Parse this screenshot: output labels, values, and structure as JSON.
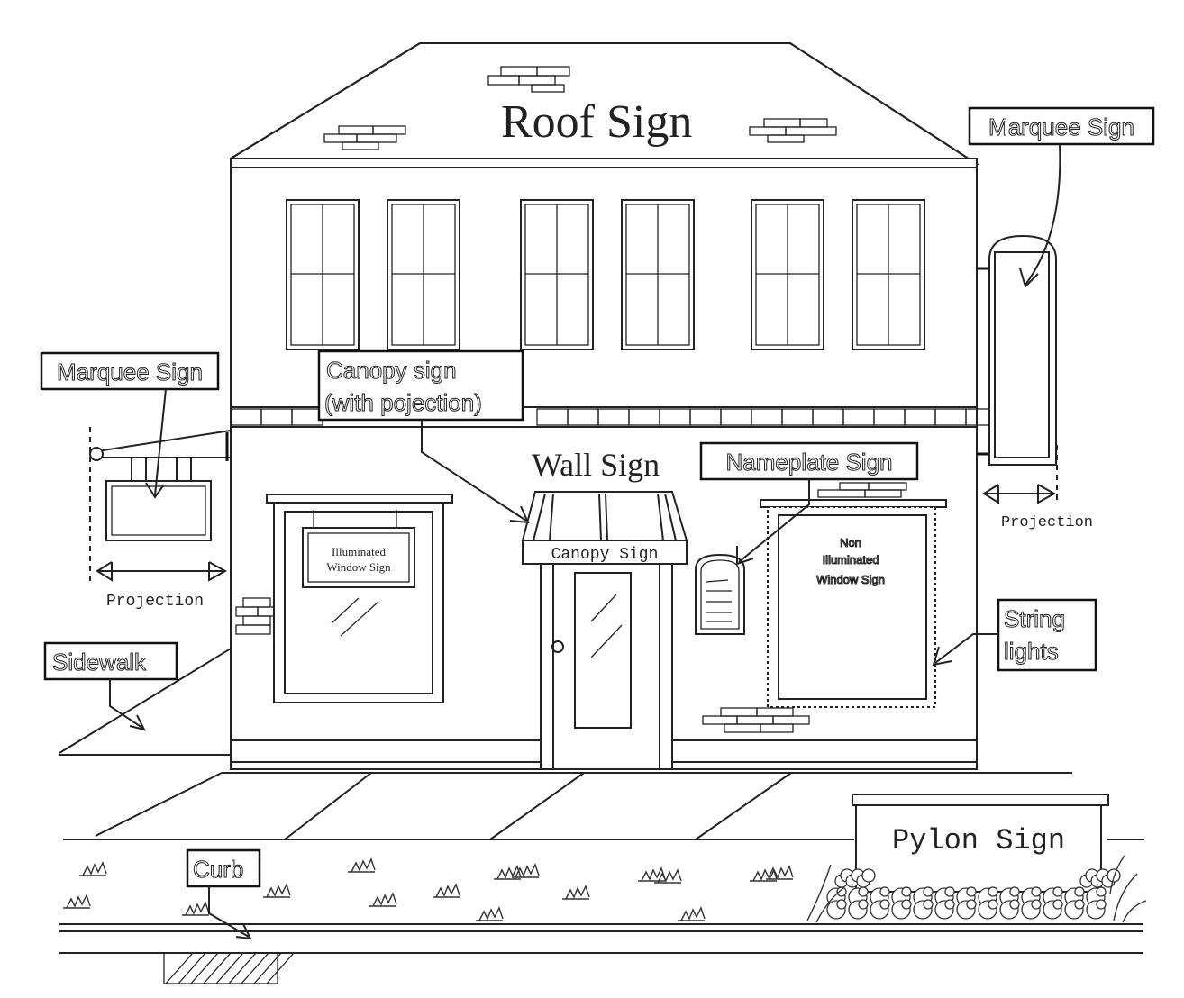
{
  "labels": {
    "roof_sign": "Roof Sign",
    "marquee_sign_right": "Marquee Sign",
    "marquee_sign_left": "Marquee Sign",
    "canopy_projection_line1": "Canopy sign",
    "canopy_projection_line2": "(with pojection)",
    "wall_sign": "Wall Sign",
    "nameplate_sign": "Nameplate Sign",
    "illuminated_window_line1": "Illuminated",
    "illuminated_window_line2": "Window Sign",
    "canopy_sign": "Canopy Sign",
    "non_illuminated_line1": "Non",
    "non_illuminated_line2": "Illuminated",
    "non_illuminated_line3": "Window Sign",
    "string_lights_line1": "String",
    "string_lights_line2": "lights",
    "projection_left": "Projection",
    "projection_right": "Projection",
    "sidewalk": "Sidewalk",
    "curb": "Curb",
    "pylon_sign": "Pylon Sign"
  },
  "colors": {
    "line": "#222222",
    "background": "#ffffff"
  }
}
